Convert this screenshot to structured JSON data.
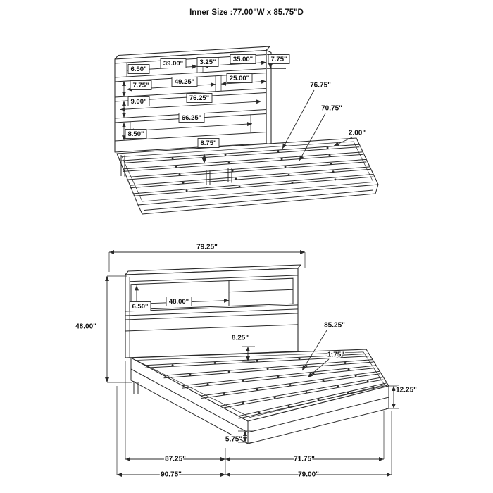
{
  "title": "Inner Size :77.00\"W x 85.75\"D",
  "perspective_view": {
    "headboard": {
      "opening_1_w": "6.50\"",
      "opening_2_w": "39.00\"",
      "opening_3_w": "3.25\"",
      "opening_4_w": "35.00\"",
      "row1_h_right": "7.75\"",
      "row2_h": "7.75\"",
      "row2_w1": "49.25\"",
      "row2_w2": "25.00\"",
      "row3_h": "9.00\"",
      "row3_w": "76.25\"",
      "row4_w": "66.25\"",
      "row4_h": "8.50\""
    },
    "platform": {
      "slat_spacing": "8.75\"",
      "slat_length": "76.75\"",
      "inner_length": "70.75\"",
      "rail_thickness": "2.00\""
    }
  },
  "front_view": {
    "overall_width": "79.25\"",
    "headboard_height": "48.00\"",
    "shelf_opening_height": "6.50\"",
    "shelf_opening_width": "48.00\"",
    "rail_height": "8.25\"",
    "inner_depth": "85.25\"",
    "slat_thickness": "1.75\"",
    "platform_height": "12.25\"",
    "base_height": "5.75\"",
    "bottom_dim_1": "87.25\"",
    "bottom_dim_2": "71.75\"",
    "bottom_dim_3": "90.75\"",
    "bottom_dim_4": "79.00\""
  }
}
